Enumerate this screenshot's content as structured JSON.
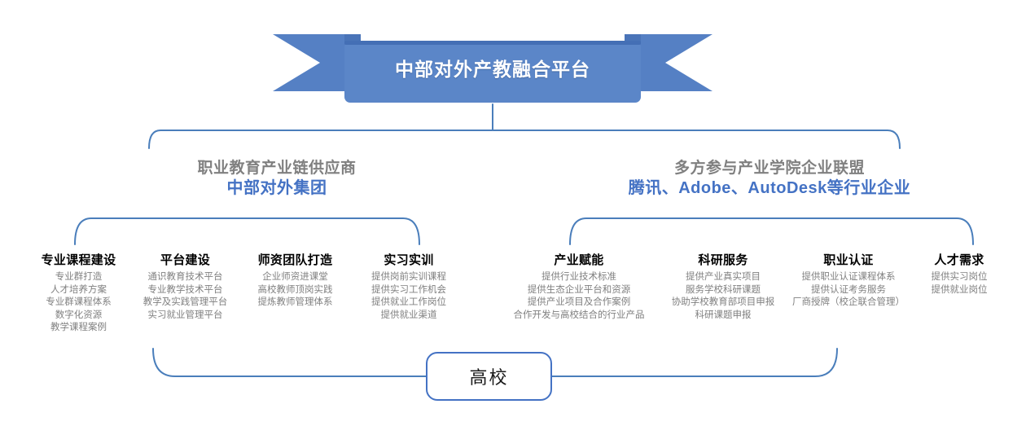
{
  "banner": {
    "title": "中部对外产教融合平台"
  },
  "groups": [
    {
      "name": "group-left",
      "top_label": "职业教育产业链供应商",
      "sub_label": "中部对外集团"
    },
    {
      "name": "group-right",
      "top_label": "多方参与产业学院企业联盟",
      "sub_label": "腾讯、Adobe、AutoDesk等行业企业"
    }
  ],
  "pillars": [
    {
      "title": "专业课程建设",
      "items": [
        "专业群打造",
        "人才培养方案",
        "专业群课程体系",
        "数字化资源",
        "教学课程案例"
      ]
    },
    {
      "title": "平台建设",
      "items": [
        "通识教育技术平台",
        "专业教学技术平台",
        "教学及实践管理平台",
        "实习就业管理平台"
      ]
    },
    {
      "title": "师资团队打造",
      "items": [
        "企业师资进课堂",
        "高校教师顶岗实践",
        "提炼教师管理体系"
      ]
    },
    {
      "title": "实习实训",
      "items": [
        "提供岗前实训课程",
        "提供实习工作机会",
        "提供就业工作岗位",
        "提供就业渠道"
      ]
    },
    {
      "title": "产业赋能",
      "items": [
        "提供行业技术标准",
        "提供生态企业平台和资源",
        "提供产业项目及合作案例",
        "合作开发与高校结合的行业产品"
      ]
    },
    {
      "title": "科研服务",
      "items": [
        "提供产业真实项目",
        "服务学校科研课题",
        "协助学校教育部项目申报",
        "科研课题申报"
      ]
    },
    {
      "title": "职业认证",
      "items": [
        "提供职业认证课程体系",
        "提供认证考务服务",
        "厂商授牌（校企联合管理）"
      ]
    },
    {
      "title": "人才需求",
      "items": [
        "提供实习岗位",
        "提供就业岗位"
      ]
    }
  ],
  "bottom_node": {
    "label": "高校"
  },
  "colors": {
    "ribbon_face": "#5B86C8",
    "ribbon_tail": "#5580C4",
    "ribbon_tail_shadow": "#3C62A4",
    "ribbon_top_edge": "#446FB5",
    "connector_line": "#4A7EBB",
    "accent_blue": "#4472C4",
    "heading_gray": "#808080",
    "item_gray": "#808080",
    "title_black": "#000000",
    "banner_text": "#FFFFFF",
    "background": "#FFFFFF"
  }
}
